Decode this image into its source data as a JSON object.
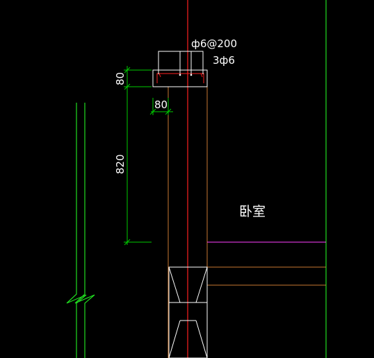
{
  "drawing": {
    "rebar_stirrup": "ф6@200",
    "rebar_main": "3ф6",
    "dim_cap_height": "80",
    "dim_cap_width": "80",
    "dim_parapet_height": "820",
    "room_label": "卧室"
  },
  "colors": {
    "background": "#000000",
    "dimension": "#00cc00",
    "red_axis": "#ff2020",
    "concrete": "#c87832",
    "white_line": "#ffffff",
    "magenta": "#ff40ff",
    "green_wall": "#20dd20"
  }
}
